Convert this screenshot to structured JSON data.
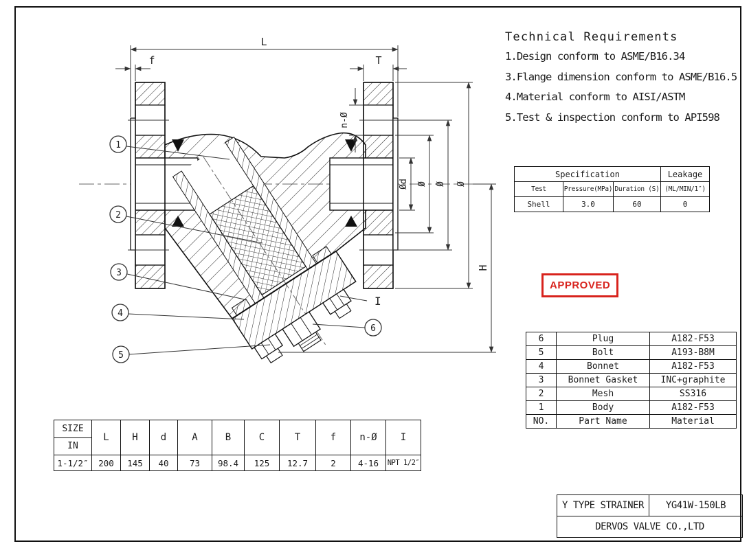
{
  "colors": {
    "ink": "#1a1a1a",
    "stamp_red": "#d8231d"
  },
  "tech": {
    "title": "Technical Requirements",
    "items": [
      "1.Design conform to ASME/B16.34",
      "3.Flange dimension conform to ASME/B16.5",
      "4.Material conform to AISI/ASTM",
      "5.Test & inspection conform to API598"
    ]
  },
  "spec": {
    "h_specification": "Specification",
    "h_leakage": "Leakage",
    "c_test": "Test",
    "c_pressure": "Pressure(MPa)",
    "c_duration": "Duration (S)",
    "c_leak_unit": "(ML/MIN/1″)",
    "r_test": "Shell",
    "r_pressure": "3.0",
    "r_duration": "60",
    "r_leakage": "0"
  },
  "stamp": {
    "label": "APPROVED"
  },
  "parts": {
    "rows": [
      {
        "no": "6",
        "name": "Plug",
        "mat": "A182-F53"
      },
      {
        "no": "5",
        "name": "Bolt",
        "mat": "A193-B8M"
      },
      {
        "no": "4",
        "name": "Bonnet",
        "mat": "A182-F53"
      },
      {
        "no": "3",
        "name": "Bonnet Gasket",
        "mat": "INC+graphite"
      },
      {
        "no": "2",
        "name": "Mesh",
        "mat": "SS316"
      },
      {
        "no": "1",
        "name": "Body",
        "mat": "A182-F53"
      }
    ],
    "footer": {
      "no": "NO.",
      "name": "Part Name",
      "mat": "Material"
    }
  },
  "dim": {
    "size_label": "SIZE",
    "unit_label": "IN",
    "headers": [
      "L",
      "H",
      "d",
      "A",
      "B",
      "C",
      "T",
      "f",
      "n-Ø",
      "I"
    ],
    "size_value": "1-1/2″",
    "values": [
      "200",
      "145",
      "40",
      "73",
      "98.4",
      "125",
      "12.7",
      "2",
      "4-16",
      "NPT 1/2″"
    ]
  },
  "title_block": {
    "product": "Y TYPE STRAINER",
    "model": "YG41W-150LB",
    "company": "DERVOS VALVE CO.,LTD"
  },
  "drawing": {
    "balloons": [
      "1",
      "2",
      "3",
      "4",
      "5",
      "6"
    ],
    "dims": {
      "length": "L",
      "face": "f",
      "thickness": "T",
      "bolt_holes": "n-Ø",
      "bore": "Ød",
      "diameter": "Ø",
      "height": "H",
      "detail": "I"
    }
  }
}
